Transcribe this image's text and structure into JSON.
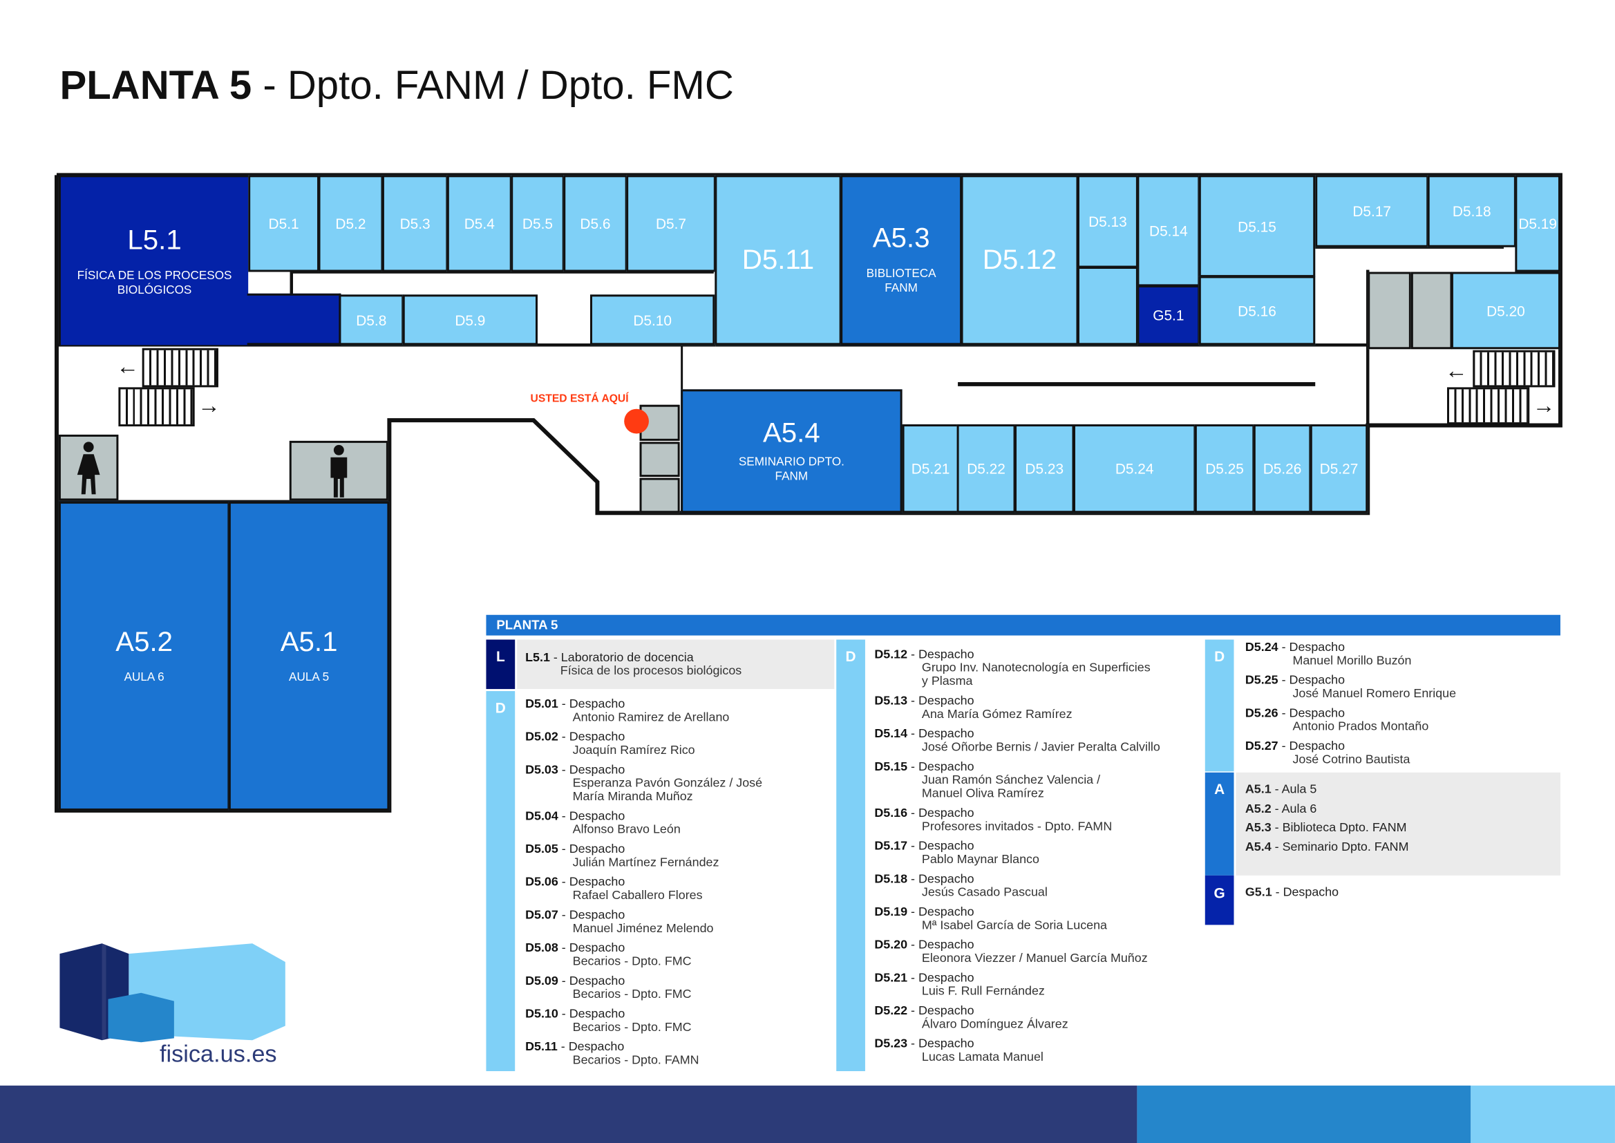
{
  "title": {
    "bold": "PLANTA 5",
    "rest": " - Dpto. FANM / Dpto. FMC"
  },
  "colors": {
    "lab": "#0422a8",
    "office": "#7fd0f7",
    "aula": "#1b74d2",
    "g": "#0523aa",
    "service": "#bac5c5",
    "you_are_here": "#ff3b12",
    "footer": [
      "#2c3b78",
      "#2586cb",
      "#7fd0f7"
    ]
  },
  "rooms": [
    {
      "id": "L5.1",
      "label": "L5.1",
      "sub": "FÍSICA DE LOS PROCESOS BIOLÓGICOS",
      "kind": "lab"
    },
    {
      "id": "D5.1",
      "label": "D5.1",
      "kind": "office"
    },
    {
      "id": "D5.2",
      "label": "D5.2",
      "kind": "office"
    },
    {
      "id": "D5.3",
      "label": "D5.3",
      "kind": "office"
    },
    {
      "id": "D5.4",
      "label": "D5.4",
      "kind": "office"
    },
    {
      "id": "D5.5",
      "label": "D5.5",
      "kind": "office"
    },
    {
      "id": "D5.6",
      "label": "D5.6",
      "kind": "office"
    },
    {
      "id": "D5.7",
      "label": "D5.7",
      "kind": "office"
    },
    {
      "id": "D5.8",
      "label": "D5.8",
      "kind": "office"
    },
    {
      "id": "D5.9",
      "label": "D5.9",
      "kind": "office"
    },
    {
      "id": "D5.10",
      "label": "D5.10",
      "kind": "office"
    },
    {
      "id": "D5.11",
      "label": "D5.11",
      "kind": "office"
    },
    {
      "id": "A5.3",
      "label": "A5.3",
      "sub": "BIBLIOTECA FANM",
      "kind": "aula"
    },
    {
      "id": "D5.12",
      "label": "D5.12",
      "kind": "office"
    },
    {
      "id": "D5.13",
      "label": "D5.13",
      "kind": "office"
    },
    {
      "id": "D5.14",
      "label": "D5.14",
      "kind": "office"
    },
    {
      "id": "G5.1",
      "label": "G5.1",
      "kind": "g"
    },
    {
      "id": "D5.15",
      "label": "D5.15",
      "kind": "office"
    },
    {
      "id": "D5.16",
      "label": "D5.16",
      "kind": "office"
    },
    {
      "id": "D5.17",
      "label": "D5.17",
      "kind": "office"
    },
    {
      "id": "D5.18",
      "label": "D5.18",
      "kind": "office"
    },
    {
      "id": "D5.19",
      "label": "D5.19",
      "kind": "office"
    },
    {
      "id": "D5.20",
      "label": "D5.20",
      "kind": "office"
    },
    {
      "id": "A5.4",
      "label": "A5.4",
      "sub": "SEMINARIO DPTO. FANM",
      "kind": "aula"
    },
    {
      "id": "D5.21",
      "label": "D5.21",
      "kind": "office"
    },
    {
      "id": "D5.22",
      "label": "D5.22",
      "kind": "office"
    },
    {
      "id": "D5.23",
      "label": "D5.23",
      "kind": "office"
    },
    {
      "id": "D5.24",
      "label": "D5.24",
      "kind": "office"
    },
    {
      "id": "D5.25",
      "label": "D5.25",
      "kind": "office"
    },
    {
      "id": "D5.26",
      "label": "D5.26",
      "kind": "office"
    },
    {
      "id": "D5.27",
      "label": "D5.27",
      "kind": "office"
    },
    {
      "id": "A5.2",
      "label": "A5.2",
      "sub": "AULA 6",
      "kind": "aula"
    },
    {
      "id": "A5.1",
      "label": "A5.1",
      "sub": "AULA 5",
      "kind": "aula"
    }
  ],
  "icons": [
    "restroom-women-icon",
    "restroom-men-icon",
    "stairs-icon",
    "arrow-left-icon",
    "arrow-right-icon"
  ],
  "you_are_here": "USTED ESTÁ AQUÍ",
  "legend": {
    "header": "PLANTA 5",
    "col1": {
      "L": {
        "letter": "L",
        "entries": [
          {
            "code": "L5.1",
            "type": "Laboratorio de docencia",
            "sub": "Física de los procesos biológicos"
          }
        ]
      },
      "D": {
        "letter": "D",
        "entries": [
          {
            "code": "D5.01",
            "type": "Despacho",
            "sub": "Antonio Ramirez de Arellano"
          },
          {
            "code": "D5.02",
            "type": "Despacho",
            "sub": "Joaquín Ramírez Rico"
          },
          {
            "code": "D5.03",
            "type": "Despacho",
            "sub": "Esperanza Pavón González / José\nMaría Miranda Muñoz"
          },
          {
            "code": "D5.04",
            "type": "Despacho",
            "sub": "Alfonso Bravo León"
          },
          {
            "code": "D5.05",
            "type": "Despacho",
            "sub": "Julián Martínez Fernández"
          },
          {
            "code": "D5.06",
            "type": "Despacho",
            "sub": "Rafael Caballero Flores"
          },
          {
            "code": "D5.07",
            "type": "Despacho",
            "sub": "Manuel Jiménez Melendo"
          },
          {
            "code": "D5.08",
            "type": "Despacho",
            "sub": "Becarios - Dpto. FMC"
          },
          {
            "code": "D5.09",
            "type": "Despacho",
            "sub": "Becarios - Dpto. FMC"
          },
          {
            "code": "D5.10",
            "type": "Despacho",
            "sub": "Becarios - Dpto. FMC"
          },
          {
            "code": "D5.11",
            "type": "Despacho",
            "sub": "Becarios - Dpto. FAMN"
          }
        ]
      }
    },
    "col2": {
      "D": {
        "letter": "D",
        "entries": [
          {
            "code": "D5.12",
            "type": "Despacho",
            "sub": "Grupo Inv. Nanotecnología en Superficies\ny Plasma"
          },
          {
            "code": "D5.13",
            "type": "Despacho",
            "sub": "Ana María Gómez Ramírez"
          },
          {
            "code": "D5.14",
            "type": "Despacho",
            "sub": "José Oñorbe Bernis / Javier Peralta Calvillo"
          },
          {
            "code": "D5.15",
            "type": "Despacho",
            "sub": "Juan Ramón Sánchez Valencia /\nManuel Oliva Ramírez"
          },
          {
            "code": "D5.16",
            "type": "Despacho",
            "sub": "Profesores invitados - Dpto. FAMN"
          },
          {
            "code": "D5.17",
            "type": "Despacho",
            "sub": "Pablo Maynar Blanco"
          },
          {
            "code": "D5.18",
            "type": "Despacho",
            "sub": "Jesús Casado Pascual"
          },
          {
            "code": "D5.19",
            "type": "Despacho",
            "sub": "Mª Isabel García de Soria Lucena"
          },
          {
            "code": "D5.20",
            "type": "Despacho",
            "sub": "Eleonora Viezzer / Manuel García Muñoz"
          },
          {
            "code": "D5.21",
            "type": "Despacho",
            "sub": "Luis F. Rull Fernández"
          },
          {
            "code": "D5.22",
            "type": "Despacho",
            "sub": "Álvaro Domínguez Álvarez"
          },
          {
            "code": "D5.23",
            "type": "Despacho",
            "sub": "Lucas Lamata Manuel"
          }
        ]
      }
    },
    "col3": {
      "D": {
        "letter": "D",
        "entries": [
          {
            "code": "D5.24",
            "type": "Despacho",
            "sub": "Manuel Morillo Buzón"
          },
          {
            "code": "D5.25",
            "type": "Despacho",
            "sub": "José Manuel Romero Enrique"
          },
          {
            "code": "D5.26",
            "type": "Despacho",
            "sub": "Antonio Prados Montaño"
          },
          {
            "code": "D5.27",
            "type": "Despacho",
            "sub": "José Cotrino Bautista"
          }
        ]
      },
      "A": {
        "letter": "A",
        "entries": [
          {
            "code": "A5.1",
            "type": "Aula 5"
          },
          {
            "code": "A5.2",
            "type": "Aula 6"
          },
          {
            "code": "A5.3",
            "type": "Biblioteca Dpto. FANM"
          },
          {
            "code": "A5.4",
            "type": "Seminario Dpto. FANM"
          }
        ]
      },
      "G": {
        "letter": "G",
        "entries": [
          {
            "code": "G5.1",
            "type": "Despacho"
          }
        ]
      }
    }
  },
  "logo": {
    "text": "fisica.us.es"
  }
}
